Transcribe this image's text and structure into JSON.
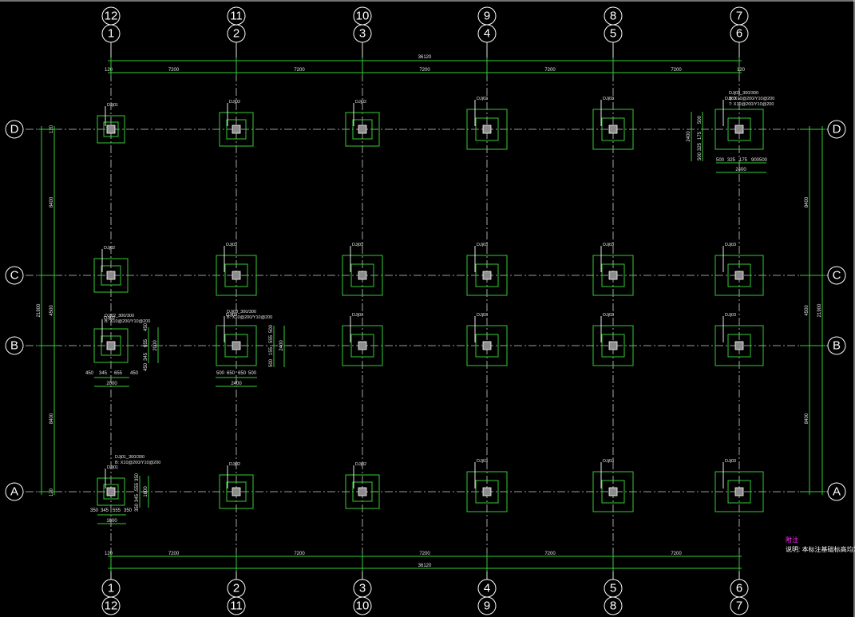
{
  "grid": {
    "columns": [
      {
        "label": "1",
        "alt": "12"
      },
      {
        "label": "2",
        "alt": "11"
      },
      {
        "label": "3",
        "alt": "10"
      },
      {
        "label": "4",
        "alt": "9"
      },
      {
        "label": "5",
        "alt": "8"
      },
      {
        "label": "6",
        "alt": "7"
      }
    ],
    "rows": [
      "D",
      "C",
      "B",
      "A"
    ]
  },
  "dimensions": {
    "overall_width": "36120",
    "edge_offset": "120",
    "bay_spans": [
      "7200",
      "7200",
      "7200",
      "7200",
      "7200"
    ],
    "left_total": "21900",
    "right_total": "21900",
    "row_spans": [
      "8400",
      "4500",
      "8400"
    ],
    "right_row_spans": [
      "8400",
      "4500",
      "8400"
    ],
    "row_edge": "120"
  },
  "footing_tags": {
    "D": [
      "DJj01",
      "DJj02",
      "DJj02",
      "DJj03",
      "DJj03",
      "DJj03"
    ],
    "C": [
      "DJj02",
      "DJj03",
      "DJj03",
      "DJj03",
      "DJj03",
      "DJj03"
    ],
    "B": [
      "DJj02",
      "DJj03",
      "DJj03",
      "DJj03",
      "DJj03",
      "DJj03"
    ],
    "A": [
      "DJj01",
      "DJj02",
      "DJj02",
      "DJj03",
      "DJj03",
      "DJj03"
    ]
  },
  "details": {
    "D6": {
      "tag": "DJj03_300/300",
      "reinf_b": "B: X10@200/Y10@200",
      "reinf_t": "T: X10@200/Y10@200",
      "bottom_dims": [
        "500",
        "325",
        "175",
        "900",
        "500"
      ],
      "bottom_total": "2400",
      "side_dims": [
        "500",
        "325",
        "175",
        "500"
      ],
      "side_total": "2400"
    },
    "B1": {
      "tag": "DJj02_300/300",
      "reinf": "B: X10@200/Y10@200",
      "bottom_dims": [
        "450",
        "345",
        "655",
        "450"
      ],
      "bottom_total": "2000",
      "side_dims": [
        "450",
        "345",
        "655",
        "450"
      ],
      "side_total": "2000"
    },
    "B2": {
      "tag": "DJj03_300/300",
      "reinf": "B: X10@200/Y10@200",
      "bottom_dims": [
        "500",
        "650",
        "650",
        "500"
      ],
      "bottom_total": "2400",
      "side_dims": [
        "500",
        "155",
        "555",
        "500"
      ],
      "side_total": "2400"
    },
    "A1": {
      "tag": "DJj01_300/300",
      "reinf": "B: X10@200/Y10@200",
      "bottom_dims": [
        "350",
        "345",
        "555",
        "350"
      ],
      "bottom_total": "1600",
      "side_dims": [
        "350",
        "345",
        "555",
        "350"
      ],
      "side_total": "1600"
    }
  },
  "notes": {
    "title": "附注",
    "line1": "说明: 本标注基础标高均为-1.200m"
  },
  "colors": {
    "background": "#000000",
    "dimension": "#33cc33",
    "axis": "#d0d0d0",
    "note_title": "#ff33ff"
  }
}
